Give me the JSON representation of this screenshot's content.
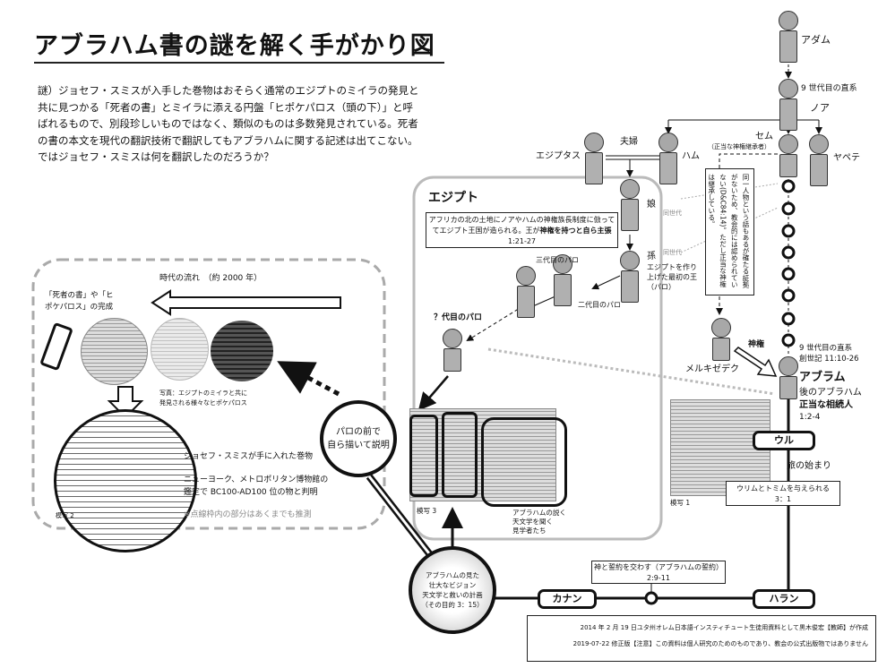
{
  "title": "アブラハム書の謎を解く手がかり図",
  "intro": "謎）ジョセフ・スミスが入手した巻物はおそらく通常のエジプトのミイラの発見と共に見つかる「死者の書」とミイラに添える円盤「ヒポケパロス（頭の下）」と呼ばれるもので、別段珍しいものではなく、類似のものは多数発見されている。死者の書の本文を現代の翻訳技術で翻訳してもアブラハムに関する記述は出てこない。ではジョセフ・スミスは何を翻訳したのだろうか？",
  "tree": {
    "adam": "アダム",
    "noah_gen": "9 世代目の直系",
    "noah": "ノア",
    "egyptus": "エジプタス",
    "couple": "夫婦",
    "ham": "ハム",
    "shem": "セム",
    "shem_note": "（正当な神権継承者）",
    "japheth": "ヤペテ",
    "daughter": "娘",
    "grandson": "孫",
    "grandson_note": [
      "エジプトを作り",
      "上げた最初の王",
      "（パロ）"
    ],
    "same_gen": "同世代",
    "vertical_note": "同一人物という話もあるが確たる証拠がないため、教会的には認められていない(D&C84:14)。ただし正当な神権は継承している。",
    "melchizedek": "メルキゼデク",
    "priesthood": "神権",
    "abram_gen": "9 世代目の直系",
    "abram_ref": "創世記 11:10-26",
    "abram": "アブラム",
    "abram_later": "後のアブラハム",
    "abram_heir": "正当な相続人",
    "abram_verse": "1:2-4"
  },
  "egypt": {
    "heading": "エジプト",
    "box_line1": "アフリカの北の土地にノアやハムの神権族長制度に倣って",
    "box_line2a": "てエジプト王国が造られる。王が",
    "box_line2b": "神権を持つと自ら主張",
    "box_ref": "1:21-27",
    "pharaoh3": "三代目のパロ",
    "pharaoh2": "二代目のパロ",
    "pharaoh_q": "？代目のパロ",
    "facsimile3": "模写 3",
    "observers": [
      "アブラハムの説く",
      "天文学を聞く",
      "見学者たち"
    ]
  },
  "left": {
    "flow": "時代の流れ　（約 2000 年）",
    "completion": [
      "「死者の書」や「ヒ",
      "ポケパロス」の完成"
    ],
    "photo_caption": [
      "写真：エジプトのミイラと共に",
      "発見される様々なヒポケパロス"
    ],
    "scroll": "ジョセフ・スミスが手に入れた巻物",
    "appraisal": [
      "ニューヨーク、メトロポリタン博物館の",
      "鑑定で BC100-AD100 位の物と判明"
    ],
    "facsimile2": "模写 2",
    "note": "※点線枠内の部分はあくまでも推測"
  },
  "magnifier": [
    "パロの前で",
    "自ら描いて説明"
  ],
  "vision": [
    "アブラハムの見た",
    "壮大なビジョン",
    "天文学と救いの計画",
    "（その目的 3：15）"
  ],
  "journey": {
    "ur": "ウル",
    "start": "旅の始まり",
    "urim": "ウリムとトミムを与えられる",
    "urim_ref": "3：1",
    "facsimile1": "模写 1",
    "covenant": "神と誓約を交わす（アブラハムの誓約）",
    "covenant_ref": "2:9-11",
    "canaan": "カナン",
    "haran": "ハラン"
  },
  "footer": {
    "line1": "2014 年 2 月 19 日ユタ州オレム日本語インスティチュート生徒用資料として黒木俊宏【教師】が作成",
    "line2": "2019-07-22 修正版【注意】この資料は個人研究のためのものであり、教会の公式出版物ではありません"
  }
}
